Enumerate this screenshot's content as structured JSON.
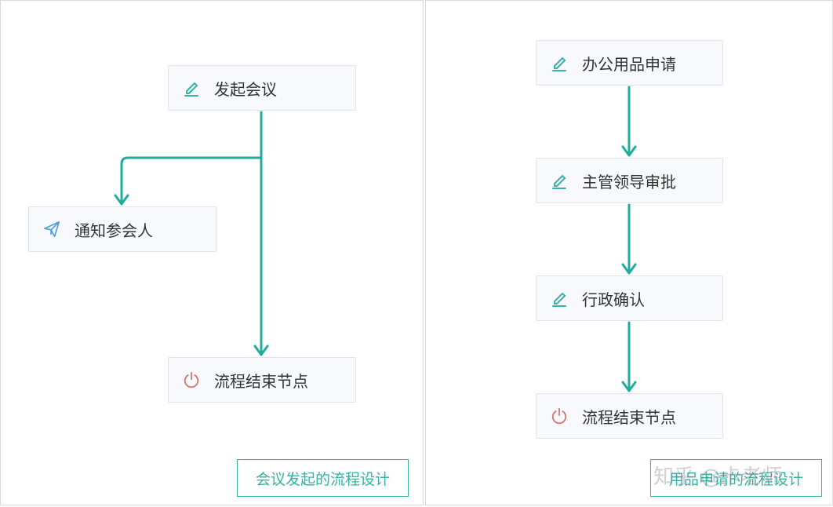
{
  "left_panel": {
    "nodes": {
      "start": {
        "label": "发起会议",
        "icon": "pencil-icon"
      },
      "notify": {
        "label": "通知参会人",
        "icon": "paper-plane-icon"
      },
      "end": {
        "label": "流程结束节点",
        "icon": "power-icon"
      }
    },
    "caption": "会议发起的流程设计"
  },
  "right_panel": {
    "nodes": {
      "apply": {
        "label": "办公用品申请",
        "icon": "pencil-icon"
      },
      "manager": {
        "label": "主管领导审批",
        "icon": "pencil-icon"
      },
      "admin": {
        "label": "行政确认",
        "icon": "pencil-icon"
      },
      "end": {
        "label": "流程结束节点",
        "icon": "power-icon"
      }
    },
    "caption": "用品申请的流程设计"
  },
  "watermark": "知乎 @卡老师",
  "colors": {
    "edge": "#1fad9c",
    "pencil": "#35b3a4",
    "plane": "#4a9fd6",
    "power": "#d6766e",
    "caption": "#35b3a4"
  }
}
